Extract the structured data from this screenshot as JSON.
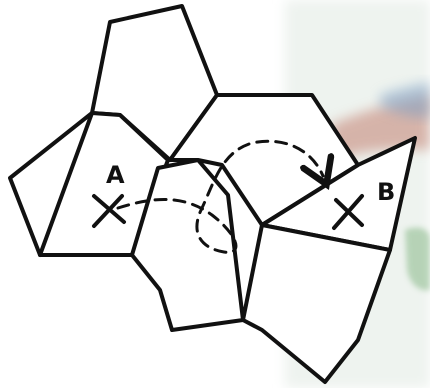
{
  "diagram": {
    "points": [
      {
        "id": "A",
        "label": "A"
      },
      {
        "id": "B",
        "label": "B"
      }
    ],
    "path": {
      "from": "A",
      "to": "B",
      "style": "dashed",
      "arrowhead": true
    }
  },
  "colors": {
    "ink": "#111111",
    "panel_fill": "#ffffff",
    "background_wash": "#dde9df",
    "wash_light": "#eef3ef",
    "wash_red": "#c27f70",
    "wash_blue": "#7fa0c4",
    "wash_green": "#7fb37f"
  }
}
